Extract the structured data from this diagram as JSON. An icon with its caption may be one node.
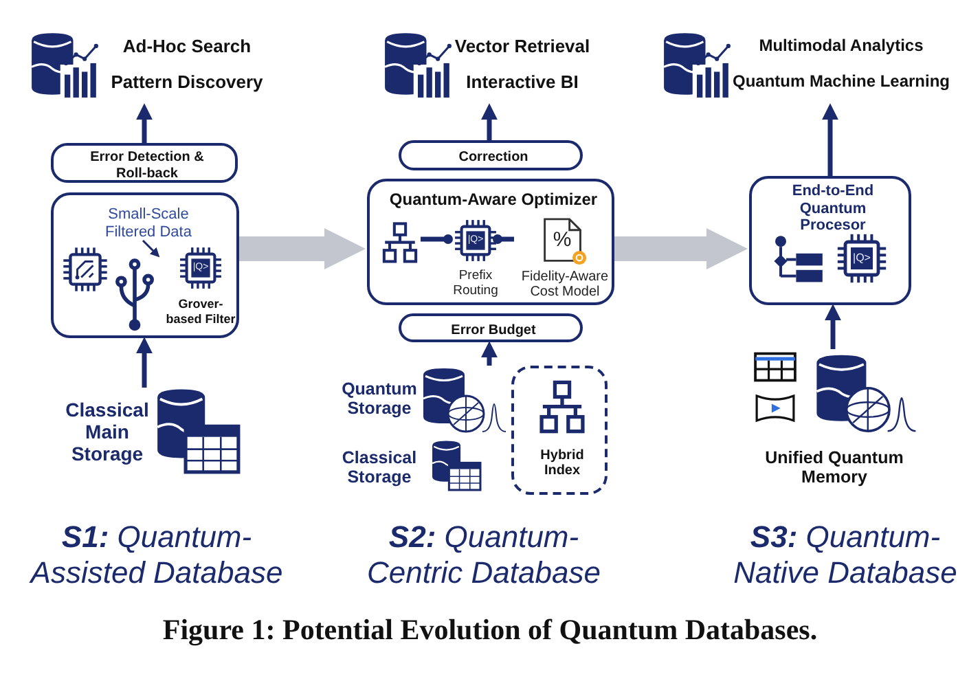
{
  "diagram": {
    "caption": "Figure 1: Potential Evolution of Quantum Databases.",
    "nodes": [
      {
        "text": [
          "Ad-Hoc Search",
          "Pattern Discovery"
        ]
      },
      {
        "text": [
          "Error Detection & Roll-back"
        ]
      },
      {
        "text": [],
        "shape": "box"
      },
      {
        "text": [
          "Small-Scale Filtered Data"
        ],
        "in": 2
      },
      {
        "text": [
          "|Q>",
          "Grover-based Filter"
        ],
        "in": 2
      },
      {
        "text": [
          "Classical Main Storage"
        ]
      },
      {
        "text": [
          "Vector Retrieval",
          "Interactive BI"
        ]
      },
      {
        "text": [
          "Correction"
        ]
      },
      {
        "text": [
          "Quantum-Aware Optimizer"
        ]
      },
      {
        "text": [],
        "shape": "hierarchy",
        "in": 8
      },
      {
        "text": [
          "|Q>",
          "Prefix Routing"
        ],
        "in": 8
      },
      {
        "text": [
          "%",
          "Fidelity-Aware Cost Model"
        ],
        "in": 8
      },
      {
        "text": [
          "Error Budget"
        ]
      },
      {
        "text": [
          "Quantum Storage"
        ]
      },
      {
        "text": [
          "Classical Storage"
        ]
      },
      {
        "text": [
          "Hybrid Index"
        ]
      },
      {
        "text": [
          "Multimodal Analytics",
          "Quantum Machine Learning"
        ]
      },
      {
        "text": [
          "End-to-End Quantum Procesor",
          "|Q>"
        ]
      },
      {
        "text": [
          "Unified Quantum Memory"
        ]
      }
    ],
    "edges": [
      {
        "from": 1,
        "to": 0,
        "arrow": "to"
      },
      {
        "from": 3,
        "to": 4,
        "arrow": "to"
      },
      {
        "from": 5,
        "to": 2,
        "arrow": "to"
      },
      {
        "from": 7,
        "to": 6,
        "arrow": "to"
      },
      {
        "from": 9,
        "to": 10,
        "arrow": "other"
      },
      {
        "from": 11,
        "to": 10,
        "arrow": "other"
      },
      {
        "from": 13,
        "to": 12,
        "arrow": "to"
      },
      {
        "from": 17,
        "to": 16,
        "arrow": "to"
      },
      {
        "from": 18,
        "to": 17,
        "arrow": "to"
      },
      {
        "from": 2,
        "to": 8,
        "arrow": "to",
        "style": "thick",
        "color": "#c3c6cf"
      },
      {
        "from": 8,
        "to": 17,
        "arrow": "to",
        "style": "thick",
        "color": "#c3c6cf"
      }
    ],
    "labels": [
      "**S1:** Quantum-Assisted Database",
      "**S2:** Quantum-Centric Database",
      "**S3:** Quantum-Native Database"
    ]
  }
}
